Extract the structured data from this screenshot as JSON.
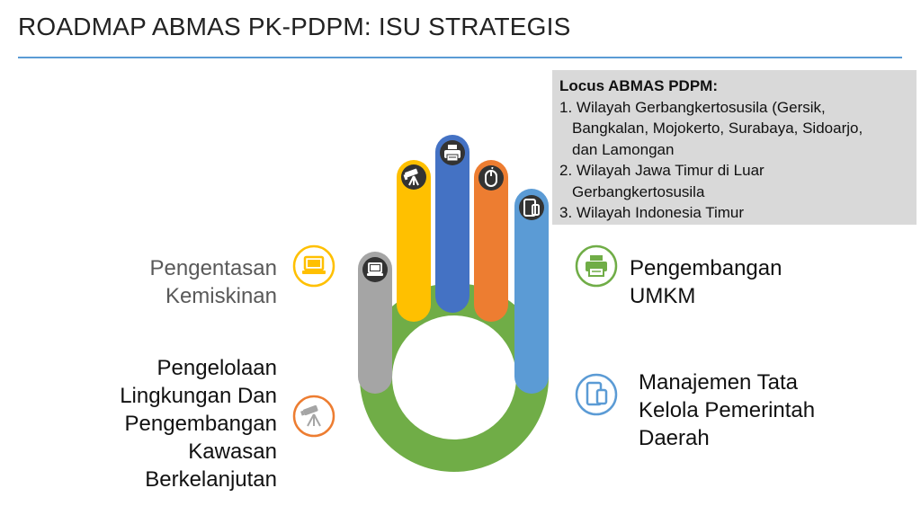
{
  "title": "ROADMAP ABMAS PK-PDPM: ISU STRATEGIS",
  "locus": {
    "heading": "Locus ABMAS PDPM:",
    "items": [
      {
        "first": "1. Wilayah Gerbangkertosusila (Gersik,",
        "rest": [
          "Bangkalan, Mojokerto, Surabaya, Sidoarjo,",
          "dan Lamongan"
        ]
      },
      {
        "first": "2. Wilayah  Jawa Timur di Luar",
        "rest": [
          "Gerbangkertosusila"
        ]
      },
      {
        "first": "3. Wilayah Indonesia Timur",
        "rest": []
      }
    ]
  },
  "issues": {
    "poverty": [
      "Pengentasan",
      "Kemiskinan"
    ],
    "environment": [
      "Pengelolaan",
      "Lingkungan Dan",
      "Pengembangan",
      "Kawasan",
      "Berkelanjutan"
    ],
    "umkm": [
      "Pengembangan",
      "UMKM"
    ],
    "governance": [
      "Manajemen Tata",
      "Kelola Pemerintah",
      "Daerah"
    ]
  },
  "colors": {
    "palm": "#70ad47",
    "finger_gray": "#a5a5a5",
    "finger_yellow": "#ffc000",
    "finger_blue": "#4472c4",
    "finger_orange": "#ed7d31",
    "finger_lightblue": "#5b9bd5",
    "title_rule": "#5b9bd5",
    "locus_bg": "#d9d9d9",
    "poverty_text": "#595959",
    "other_text": "#111111"
  },
  "icons": {
    "finger_gray": "laptop-icon",
    "finger_yellow": "telescope-icon",
    "finger_blue": "printer-icon",
    "finger_orange": "mouse-icon",
    "finger_lightblue": "tablet-icon",
    "poverty": "laptop-icon",
    "environment": "telescope-icon",
    "umkm": "printer-icon",
    "governance": "tablet-icon"
  }
}
